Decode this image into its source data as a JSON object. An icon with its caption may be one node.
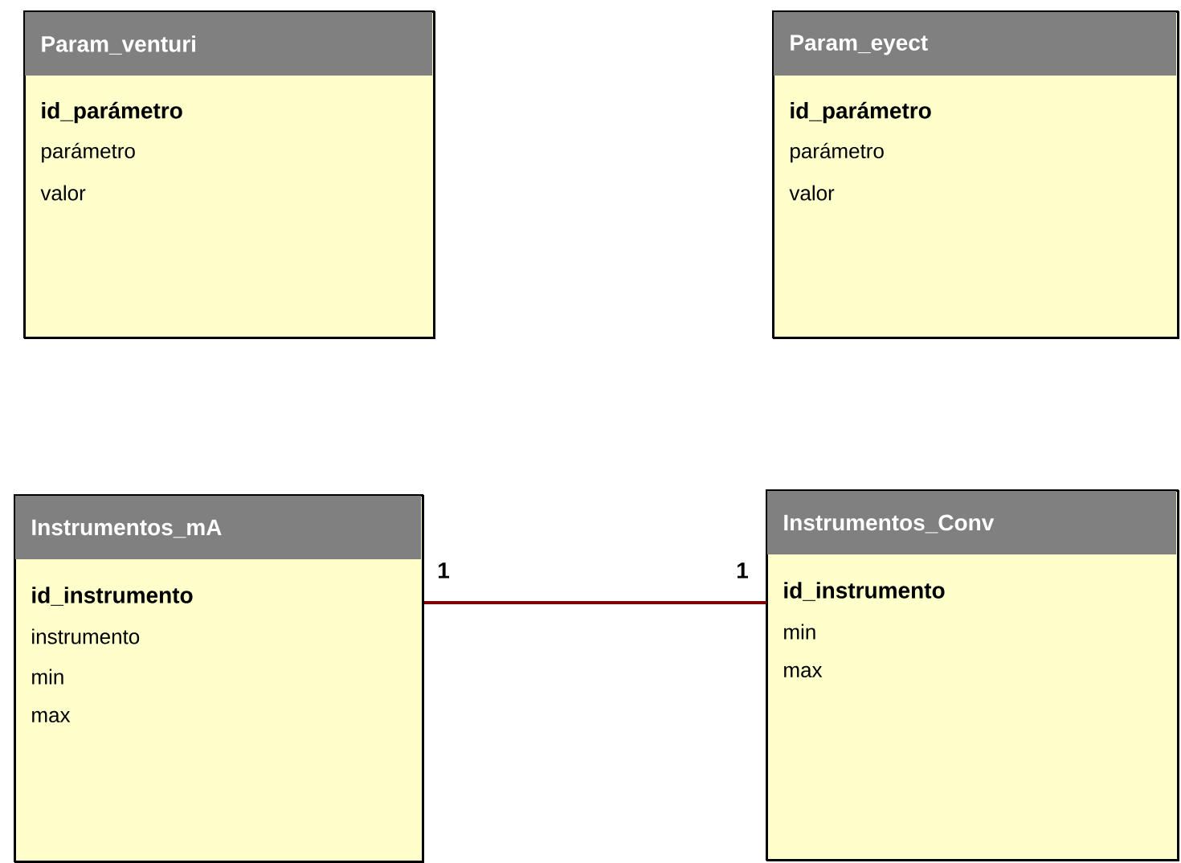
{
  "diagram": {
    "nodes": [
      {
        "text": [
          "Param_venturi",
          "id_parámetro",
          "parámetro",
          "valor"
        ]
      },
      {
        "text": [
          "Param_eyect",
          "id_parámetro",
          "parámetro",
          "valor"
        ]
      },
      {
        "text": [
          "Instrumentos_mA",
          "id_instrumento",
          "instrumento",
          "min",
          "max"
        ],
        "beside": [
          "1"
        ]
      },
      {
        "text": [
          "Instrumentos_Conv",
          "id_instrumento",
          "min",
          "max"
        ],
        "beside": [
          "1"
        ]
      }
    ],
    "edges": [
      {
        "from": 2,
        "to": 3,
        "arrow": "none"
      }
    ]
  }
}
